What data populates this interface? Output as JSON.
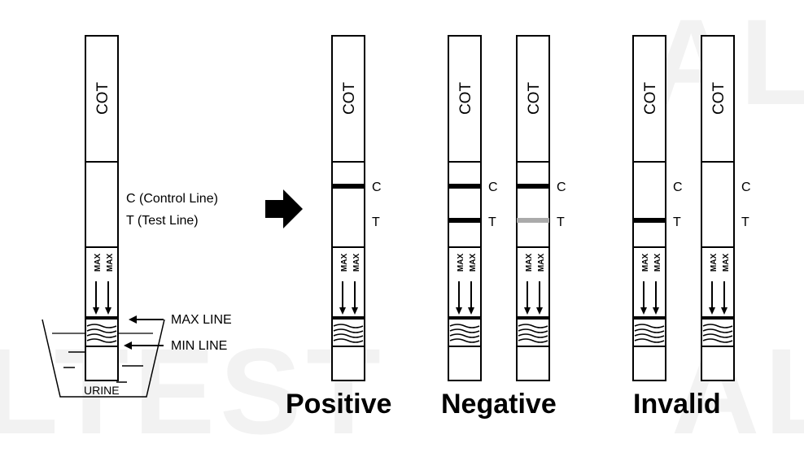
{
  "watermark": {
    "top_right": "AL",
    "bottom_left": "LTEST",
    "bottom_right": "AL"
  },
  "strip": {
    "drug_code": "COT",
    "max_text": "MAX"
  },
  "instruction": {
    "control_line_label": "C (Control Line)",
    "test_line_label": "T (Test Line)",
    "max_line_label": "MAX LINE",
    "min_line_label": "MIN LINE",
    "urine_label": "URINE"
  },
  "line_labels": {
    "control": "C",
    "test": "T"
  },
  "results": {
    "positive": "Positive",
    "negative": "Negative",
    "invalid": "Invalid"
  },
  "strips": [
    {
      "name": "example",
      "control_line": false,
      "test_line": false,
      "test_line_faint": false,
      "show_line_letters": false
    },
    {
      "name": "positive",
      "control_line": true,
      "test_line": false,
      "test_line_faint": false,
      "show_line_letters": true
    },
    {
      "name": "negative-1",
      "control_line": true,
      "test_line": true,
      "test_line_faint": false,
      "show_line_letters": true
    },
    {
      "name": "negative-2",
      "control_line": true,
      "test_line": true,
      "test_line_faint": true,
      "show_line_letters": true
    },
    {
      "name": "invalid-1",
      "control_line": false,
      "test_line": true,
      "test_line_faint": false,
      "show_line_letters": true
    },
    {
      "name": "invalid-2",
      "control_line": false,
      "test_line": false,
      "test_line_faint": false,
      "show_line_letters": true
    }
  ],
  "colors": {
    "line_dark": "#000000",
    "line_faint": "#aaaaaa",
    "watermark": "#f2f2f2"
  }
}
